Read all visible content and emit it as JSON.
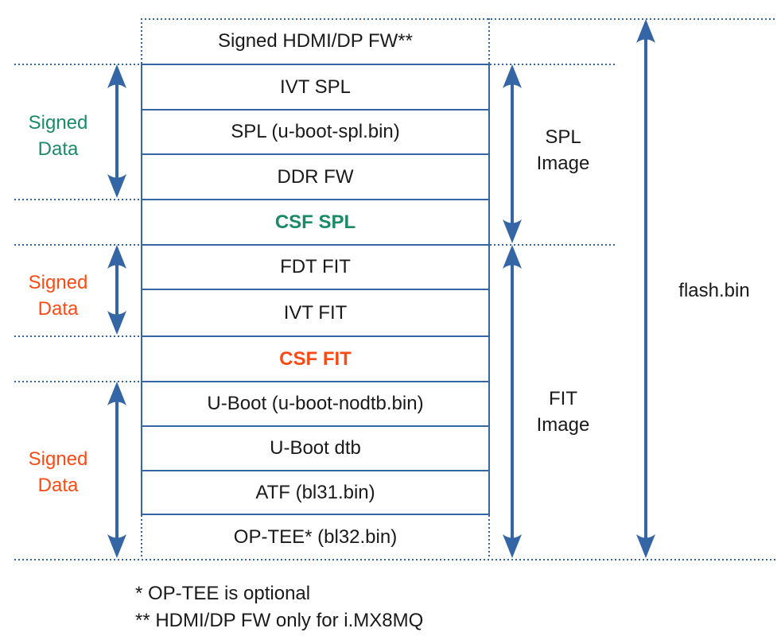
{
  "colors": {
    "line_blue": "#3465a4",
    "signed_green": "#1b8a68",
    "signed_orange": "#fc4a14",
    "text": "#1a1a1a"
  },
  "stack": {
    "rows": [
      {
        "label": "Signed HDMI/DP FW**"
      },
      {
        "label": "IVT SPL"
      },
      {
        "label": "SPL (u-boot-spl.bin)"
      },
      {
        "label": "DDR FW"
      },
      {
        "label": "CSF SPL"
      },
      {
        "label": "FDT FIT"
      },
      {
        "label": "IVT FIT"
      },
      {
        "label": "CSF FIT"
      },
      {
        "label": "U-Boot (u-boot-nodtb.bin)"
      },
      {
        "label": "U-Boot dtb"
      },
      {
        "label": "ATF (bl31.bin)"
      },
      {
        "label": "OP-TEE* (bl32.bin)"
      }
    ]
  },
  "annotations": {
    "signed_data_spl": "Signed\nData",
    "signed_data_fit_header": "Signed\nData",
    "signed_data_fit_payload": "Signed\nData",
    "spl_image": "SPL\nImage",
    "fit_image": "FIT\nImage",
    "flash_bin": "flash.bin"
  },
  "footnotes": [
    "* OP-TEE is optional",
    "** HDMI/DP FW only for i.MX8MQ"
  ]
}
